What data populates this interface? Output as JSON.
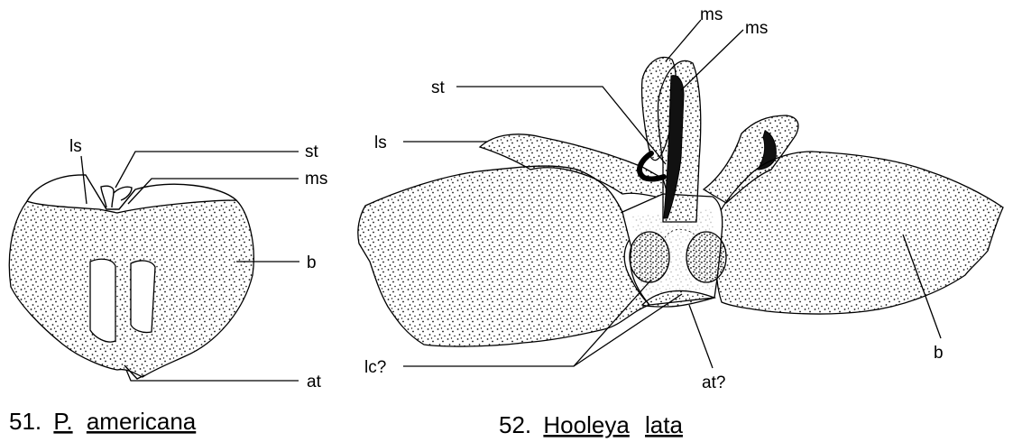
{
  "figure_51": {
    "caption_number": "51.",
    "genus": "P.",
    "species": "americana",
    "labels": {
      "ls": "ls",
      "st": "st",
      "ms": "ms",
      "b": "b",
      "at": "at"
    }
  },
  "figure_52": {
    "caption_number": "52.",
    "genus": "Hooleya",
    "species": "lata",
    "labels": {
      "ms_1": "ms",
      "ms_2": "ms",
      "st": "st",
      "ls": "ls",
      "b": "b",
      "lc": "lc?",
      "at": "at?"
    }
  }
}
